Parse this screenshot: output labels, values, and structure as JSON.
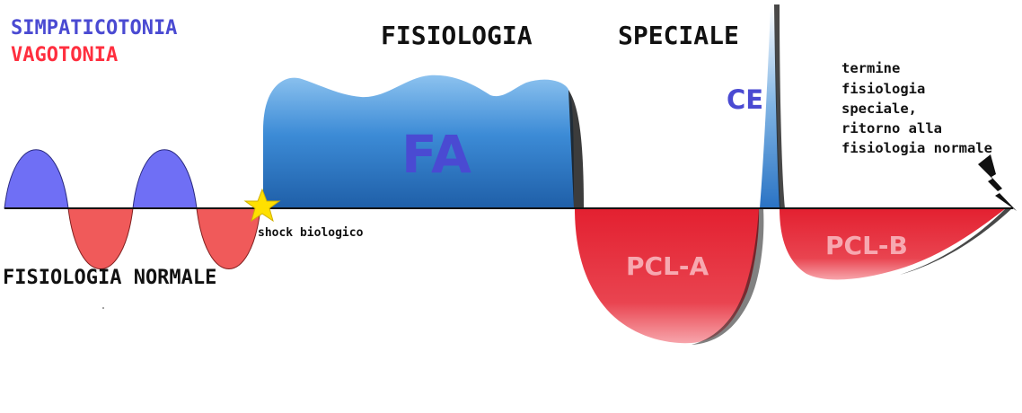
{
  "legend": {
    "sympathetic": "SIMPATICOTONIA",
    "vagal": "VAGOTONIA"
  },
  "titles": {
    "fisiologia": "FISIOLOGIA",
    "speciale": "SPECIALE",
    "normal_physiology": "FISIOLOGIA NORMALE"
  },
  "phases": {
    "fa": "FA",
    "ce": "CE",
    "pcl_a": "PCL-A",
    "pcl_b": "PCL-B"
  },
  "annotations": {
    "shock": "shock biologico",
    "end_note": [
      "termine",
      "fisiologia",
      "speciale,",
      "ritorno alla",
      "fisiologia normale"
    ]
  },
  "colors": {
    "sympathetic": "#6f6ff5",
    "vagal": "#f05a5a",
    "fa_fill": "#2f7fcf",
    "pcl_fill": "#e02a36",
    "label_blue": "#4a4ad2",
    "label_red": "#ff2f3f",
    "label_pink": "#f7a8b0",
    "star": "#ffe000"
  },
  "icons": {
    "shock": "star-icon",
    "return": "lightning-bolt-icon"
  }
}
